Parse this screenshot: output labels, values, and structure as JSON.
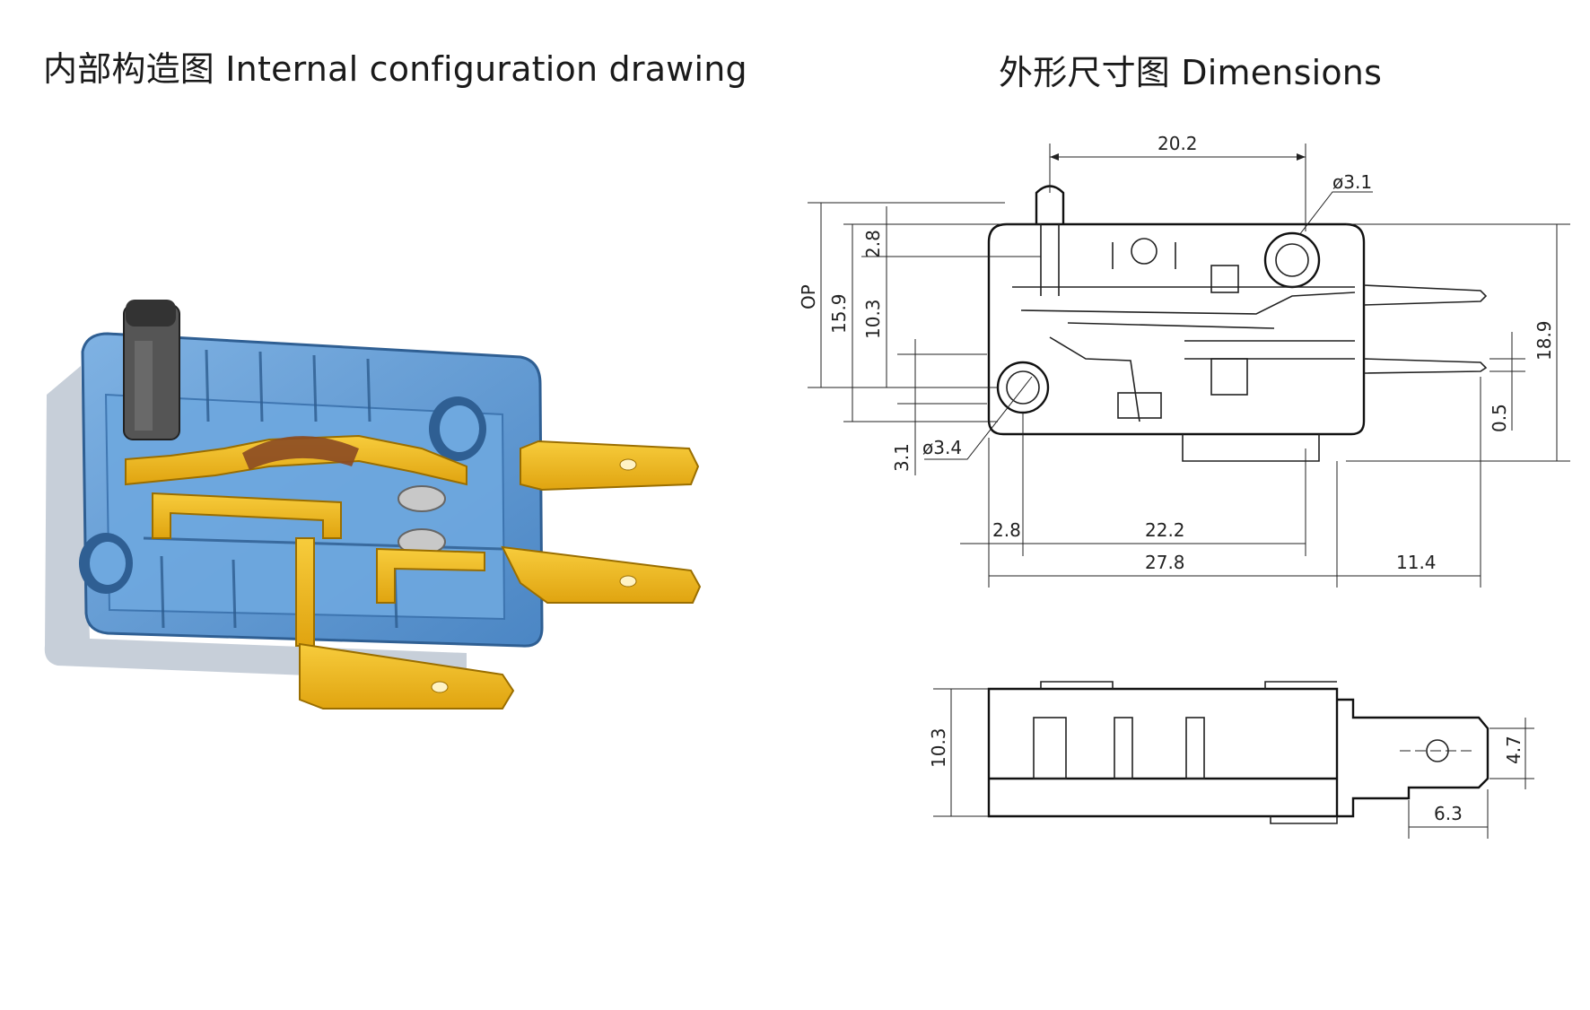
{
  "titles": {
    "left": "内部构造图 Internal configuration drawing",
    "right": "外形尺寸图 Dimensions"
  },
  "dimensions": {
    "top_width": "20.2",
    "hole_top": "ø3.1",
    "hole_left": "ø3.4",
    "op_label": "OP",
    "d_15_9": "15.9",
    "d_2_8_v": "2.8",
    "d_10_3_v": "10.3",
    "d_3_1": "3.1",
    "d_18_9": "18.9",
    "d_0_5": "0.5",
    "d_2_8_h": "2.8",
    "d_22_2": "22.2",
    "d_27_8": "27.8",
    "d_11_4": "11.4",
    "side_10_3": "10.3",
    "side_4_7": "4.7",
    "side_6_3": "6.3"
  },
  "colors": {
    "housing": "#5b9bd5",
    "housing_dark": "#3f79b3",
    "terminal": "#f2b81c",
    "plunger": "#4a4a4a",
    "line": "#222222"
  }
}
